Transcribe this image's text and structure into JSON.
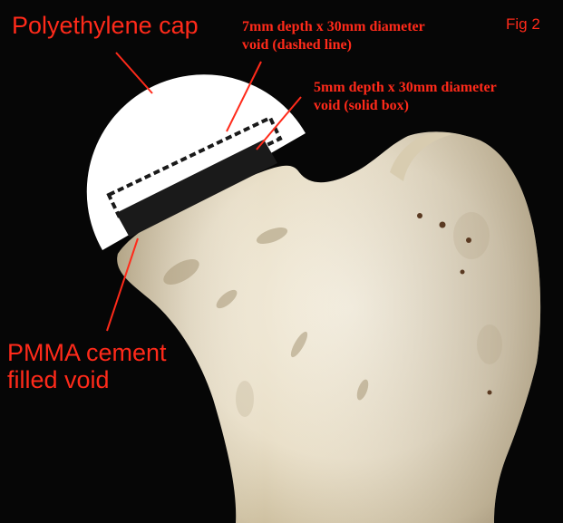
{
  "figure": {
    "fig_label": "Fig 2",
    "labels": {
      "cap": "Polyethylene cap",
      "dashed_void_line1": "7mm depth x 30mm diameter",
      "dashed_void_line2": "void (dashed line)",
      "solid_void_line1": "5mm depth x 30mm diameter",
      "solid_void_line2": "void (solid box)",
      "pmma_line1": "PMMA cement",
      "pmma_line2": "filled void"
    },
    "colors": {
      "background": "#060606",
      "annotation_red": "#ff2a1a",
      "bone": "#efe6d2",
      "cap_fill": "#ffffff",
      "void_fill": "#1a1a1a"
    }
  }
}
